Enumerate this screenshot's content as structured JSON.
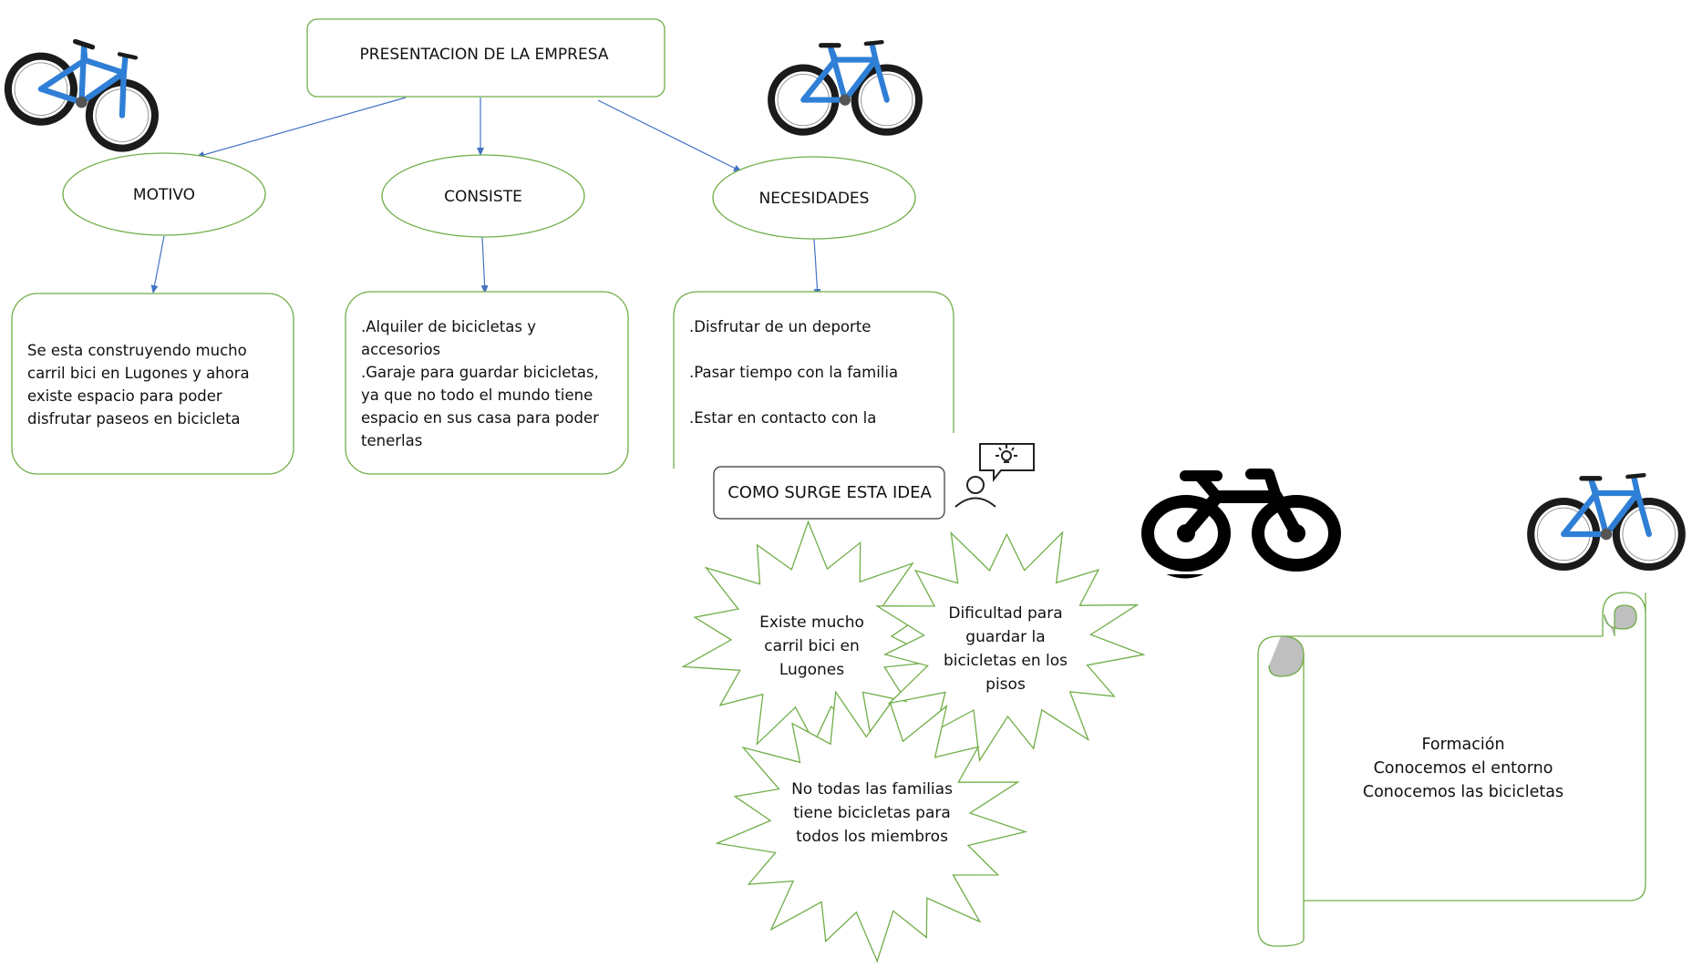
{
  "title": "PRESENTACION DE LA EMPRESA",
  "branches": [
    {
      "label": "MOTIVO",
      "text": "Se esta construyendo mucho\ncarril bici en Lugones y ahora\nexiste espacio para poder\ndisfrutar paseos en bicicleta"
    },
    {
      "label": "CONSISTE",
      "text": ".Alquiler de bicicletas y\naccesorios\n.Garaje para guardar bicicletas,\nya que no todo el mundo tiene\nespacio en sus casa para poder\ntenerlas"
    },
    {
      "label": "NECESIDADES",
      "text": ".Disfrutar de un deporte\n\n.Pasar tiempo con la familia\n\n.Estar en contacto con la"
    }
  ],
  "idea": {
    "label": "COMO SURGE ESTA IDEA",
    "bursts": [
      "Existe mucho\ncarril bici en\nLugones",
      "Dificultad para\nguardar la\nbicicletas en los\npisos",
      "No todas las familias\ntiene bicicletas para\ntodos los miembros"
    ]
  },
  "scroll": {
    "text": "Formación\nConocemos el entorno\nConocemos las bicicletas"
  },
  "colors": {
    "shape_outline": "#70ad47",
    "arrow": "#4472c4",
    "bike_frame": "#2f7fd6",
    "tire": "#1b1b1b",
    "icon_bike": "#000000"
  },
  "icons": [
    "bicycle-photo",
    "bicycle-photo",
    "bicycle-photo",
    "bicycle-icon",
    "person-idea-icon"
  ]
}
